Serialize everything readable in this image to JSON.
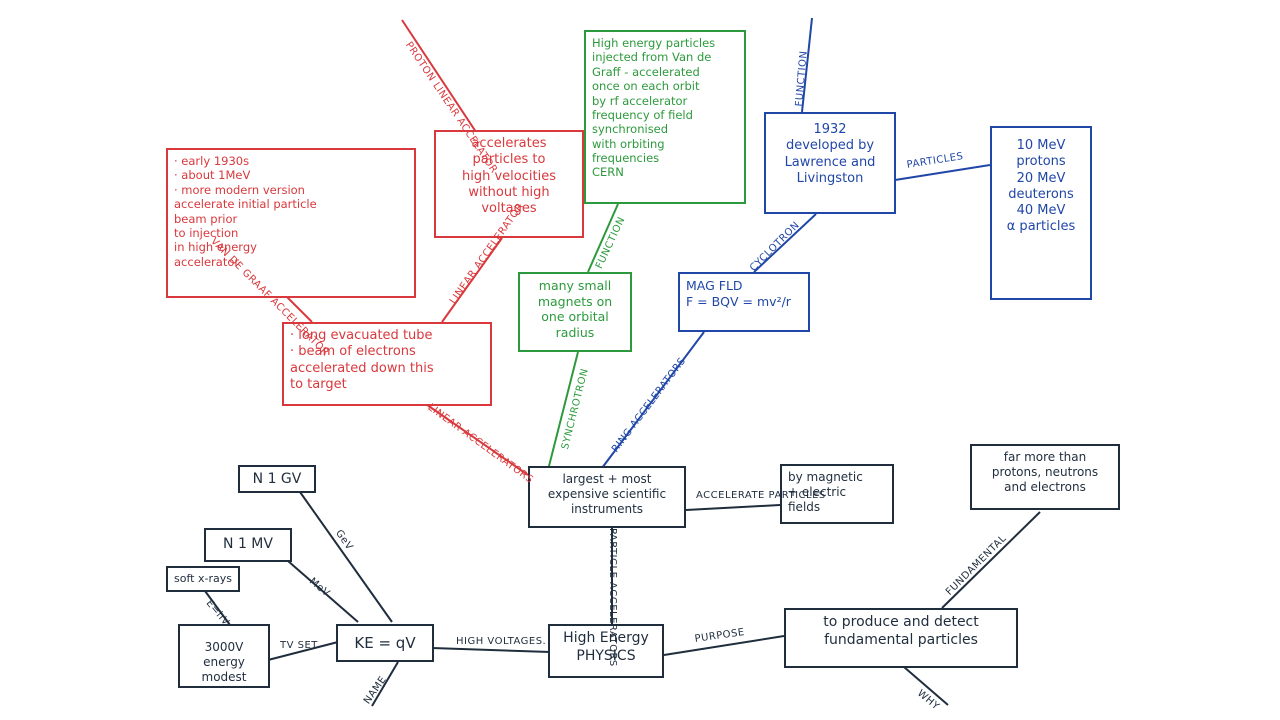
{
  "nodes": {
    "center": "largest + most\nexpensive scientific\ninstruments",
    "high_energy": "High Energy\nPHYSICS",
    "purpose": "to produce and detect\nfundamental particles",
    "fundamental": "far more than\nprotons, neutrons\nand electrons",
    "accelerate": "by magnetic\n+ electric\nfields",
    "ke": "KE = qV",
    "n1gv": "N 1 GV",
    "n1mv": "N 1 MV",
    "soft_xrays": "soft x-rays",
    "energy_modest": "3000V\nenergy modest",
    "linear_box": "· long evacuated tube\n· beam of electrons\n  accelerated down this\n  to target",
    "vandegraaf_box": "· early 1930s\n· about 1MeV\n· more modern version\n  accelerate initial particle\n  beam prior\n  to injection\n  in high energy\n  accelerator",
    "proton_box": "accelerates\nparticles to\nhigh velocities\nwithout high\nvoltages",
    "sync_top": "High energy particles\ninjected from Van de\nGraff - accelerated\nonce on each orbit\nby rf accelerator\nfrequency of field\nsynchronised\nwith orbiting\nfrequencies\nCERN",
    "sync_box": "many small\nmagnets on\none orbital\nradius",
    "mag_box": "MAG FLD\nF = BQV = mv²/r",
    "cyclotron_box": "1932\ndeveloped by\nLawrence and\nLivingston",
    "particles_box": "10 MeV\nprotons\n20 MeV\ndeuterons\n40 MeV\nα particles"
  },
  "labels": {
    "particle_accelerators": "PARTICLE ACCELERATORS",
    "accelerate_particles": "ACCELERATE PARTICLES",
    "purpose": "PURPOSE",
    "fundamental": "FUNDAMENTAL",
    "why": "WHY",
    "high_voltages": "HIGH VOLTAGES.",
    "name": "NAME",
    "tv_set": "TV SET",
    "gev": "GeV",
    "mev": "MeV",
    "ehv": "E=hV",
    "linear_accelerators": "LINEAR ACCELERATORS",
    "van_de_graaf": "VAN DE GRAAF ACCELERATOR",
    "linear_accelerator": "LINEAR ACCELERATOR",
    "proton_linear": "PROTON LINEAR ACCELATOR",
    "synchrotron": "SYNCHROTRON",
    "ring_accelerators": "RING ACCELERATORS",
    "function": "FUNCTION",
    "cyclotron": "CYCLOTRON",
    "function_top": "FUNCTION",
    "particles": "PARTICLES"
  }
}
